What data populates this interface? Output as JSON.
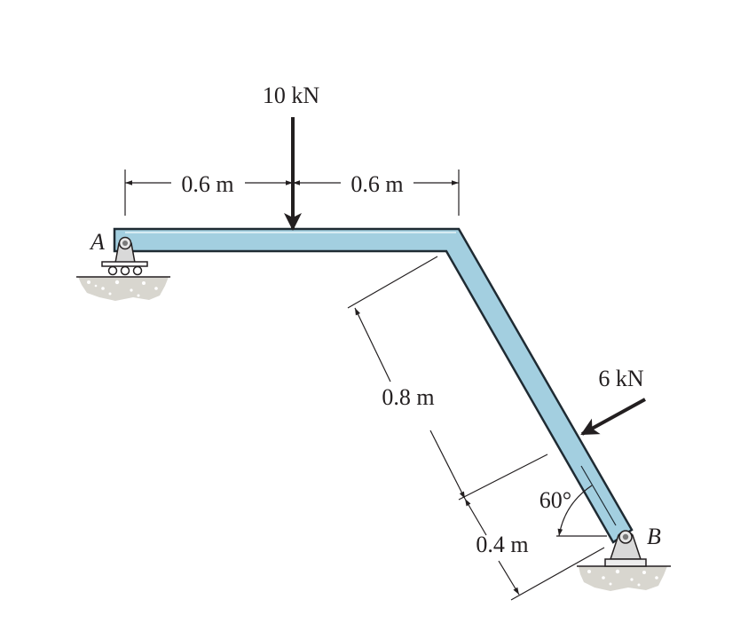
{
  "loads": {
    "vertical": "10 kN",
    "inclined": "6 kN"
  },
  "dimensions": {
    "left_span": "0.6 m",
    "right_span": "0.6 m",
    "inclined_upper": "0.8 m",
    "inclined_lower": "0.4 m",
    "angle": "60°"
  },
  "supports": {
    "left": "A",
    "right": "B"
  },
  "colors": {
    "member_fill": "#a3cfe0",
    "member_edge": "#1f2b33",
    "line": "#231f20",
    "ground": "#d8d6cf",
    "support": "#d9d9d9"
  }
}
